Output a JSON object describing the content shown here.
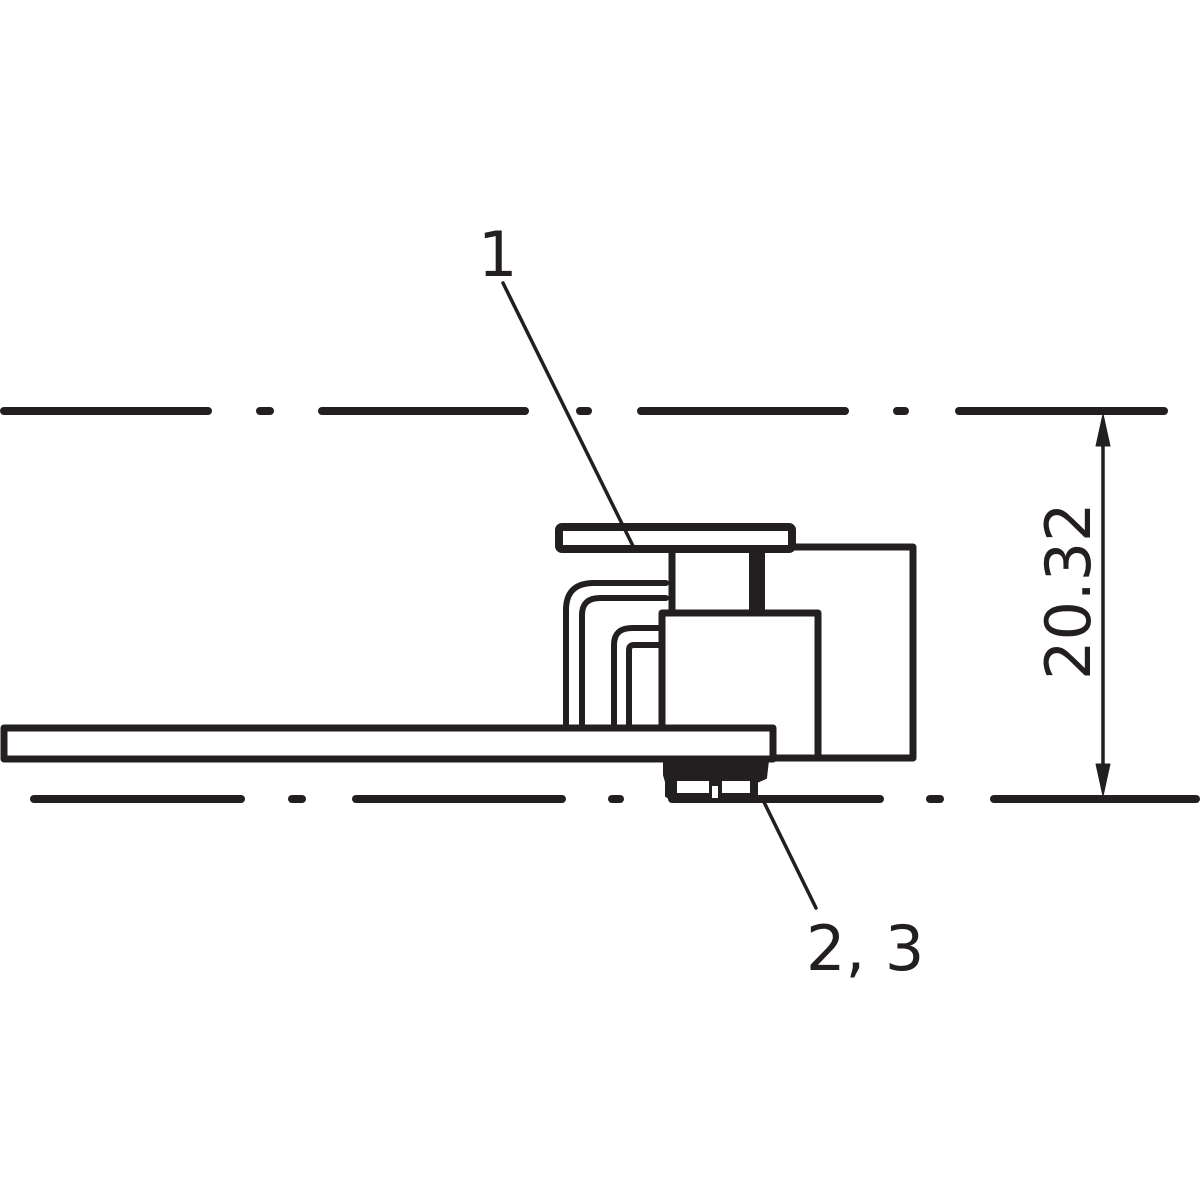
{
  "drawing": {
    "type": "technical-side-view",
    "line_color": "#231f20",
    "background": "#ffffff"
  },
  "callouts": [
    {
      "id": "1",
      "label": "1"
    },
    {
      "id": "2,3",
      "label": "2, 3"
    }
  ],
  "dimension": {
    "value": "20.32",
    "orientation": "vertical"
  }
}
